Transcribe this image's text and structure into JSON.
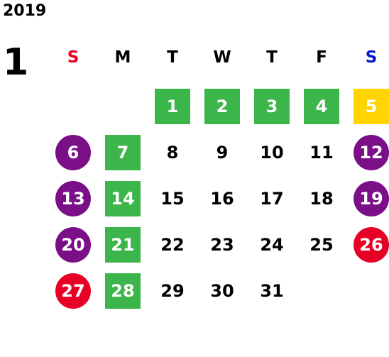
{
  "year": "2019",
  "month": "1",
  "colors": {
    "sunday_header": "#e8001c",
    "saturday_header": "#0018c8",
    "weekday_header": "#000000",
    "green": "#3cb54a",
    "yellow": "#ffd400",
    "purple": "#7a0f87",
    "red": "#e60026",
    "plain_text": "#000000",
    "marked_text": "#ffffff"
  },
  "weekdays": [
    "S",
    "M",
    "T",
    "W",
    "T",
    "F",
    "S"
  ],
  "days": [
    {
      "label": "1",
      "mark": "green-square"
    },
    {
      "label": "2",
      "mark": "green-square"
    },
    {
      "label": "3",
      "mark": "green-square"
    },
    {
      "label": "4",
      "mark": "green-square"
    },
    {
      "label": "5",
      "mark": "yellow-square"
    },
    {
      "label": "6",
      "mark": "purple-circle"
    },
    {
      "label": "7",
      "mark": "green-square"
    },
    {
      "label": "8",
      "mark": "none"
    },
    {
      "label": "9",
      "mark": "none"
    },
    {
      "label": "10",
      "mark": "none"
    },
    {
      "label": "11",
      "mark": "none"
    },
    {
      "label": "12",
      "mark": "purple-circle"
    },
    {
      "label": "13",
      "mark": "purple-circle"
    },
    {
      "label": "14",
      "mark": "green-square"
    },
    {
      "label": "15",
      "mark": "none"
    },
    {
      "label": "16",
      "mark": "none"
    },
    {
      "label": "17",
      "mark": "none"
    },
    {
      "label": "18",
      "mark": "none"
    },
    {
      "label": "19",
      "mark": "purple-circle"
    },
    {
      "label": "20",
      "mark": "purple-circle"
    },
    {
      "label": "21",
      "mark": "green-square"
    },
    {
      "label": "22",
      "mark": "none"
    },
    {
      "label": "23",
      "mark": "none"
    },
    {
      "label": "24",
      "mark": "none"
    },
    {
      "label": "25",
      "mark": "none"
    },
    {
      "label": "26",
      "mark": "red-circle"
    },
    {
      "label": "27",
      "mark": "red-circle"
    },
    {
      "label": "28",
      "mark": "green-square"
    },
    {
      "label": "29",
      "mark": "none"
    },
    {
      "label": "30",
      "mark": "none"
    },
    {
      "label": "31",
      "mark": "none"
    }
  ]
}
